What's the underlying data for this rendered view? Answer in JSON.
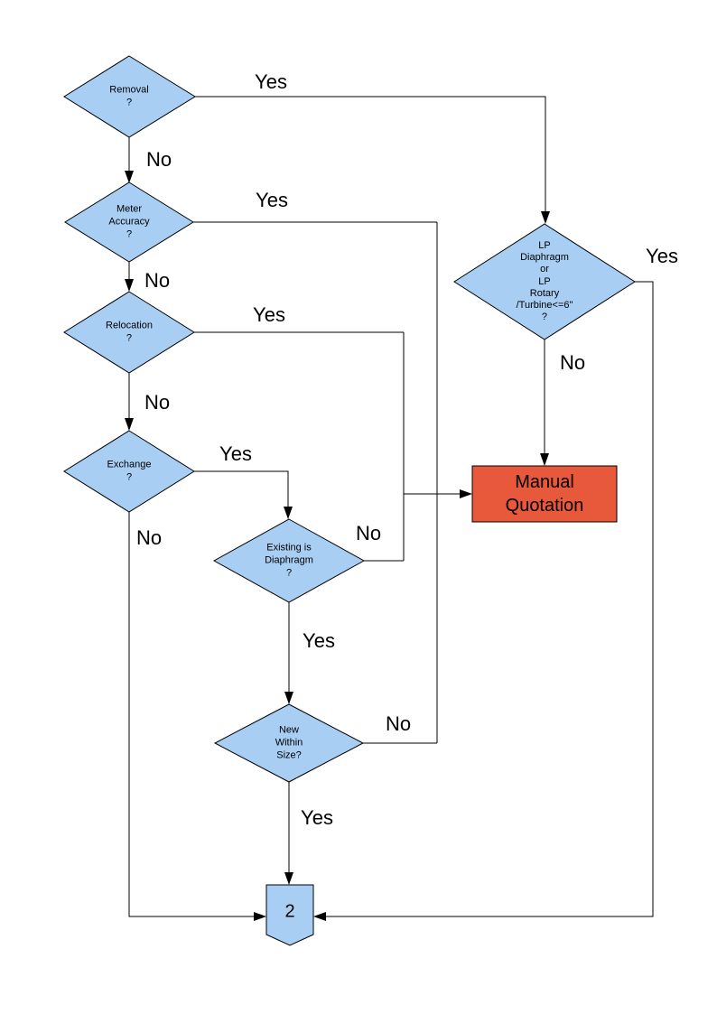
{
  "diagram": {
    "nodes": {
      "removal": "Removal\n?",
      "meter_accuracy": "Meter\nAccuracy\n?",
      "relocation": "Relocation\n?",
      "exchange": "Exchange\n?",
      "existing_is_diaphragm": "Existing is\nDiaphragm\n?",
      "new_within_size": "New\nWithin\nSize?",
      "lp_meter": "LP\nDiaphragm\nor\nLP\nRotary\n/Turbine<=6\"\n?",
      "manual_quotation": "Manual\nQuotation",
      "connector_2": "2"
    },
    "edge_labels": {
      "removal_yes": "Yes",
      "removal_no": "No",
      "meter_yes": "Yes",
      "meter_no": "No",
      "relocation_yes": "Yes",
      "relocation_no": "No",
      "exchange_yes": "Yes",
      "exchange_no": "No",
      "existing_no": "No",
      "existing_yes": "Yes",
      "newsize_no": "No",
      "newsize_yes": "Yes",
      "lp_yes": "Yes",
      "lp_no": "No"
    },
    "colors": {
      "decision_fill": "#A8CEF4",
      "process_fill": "#E8583B",
      "connector_fill": "#A8CEF4",
      "stroke": "#000000",
      "background": "#FFFFFF"
    }
  }
}
